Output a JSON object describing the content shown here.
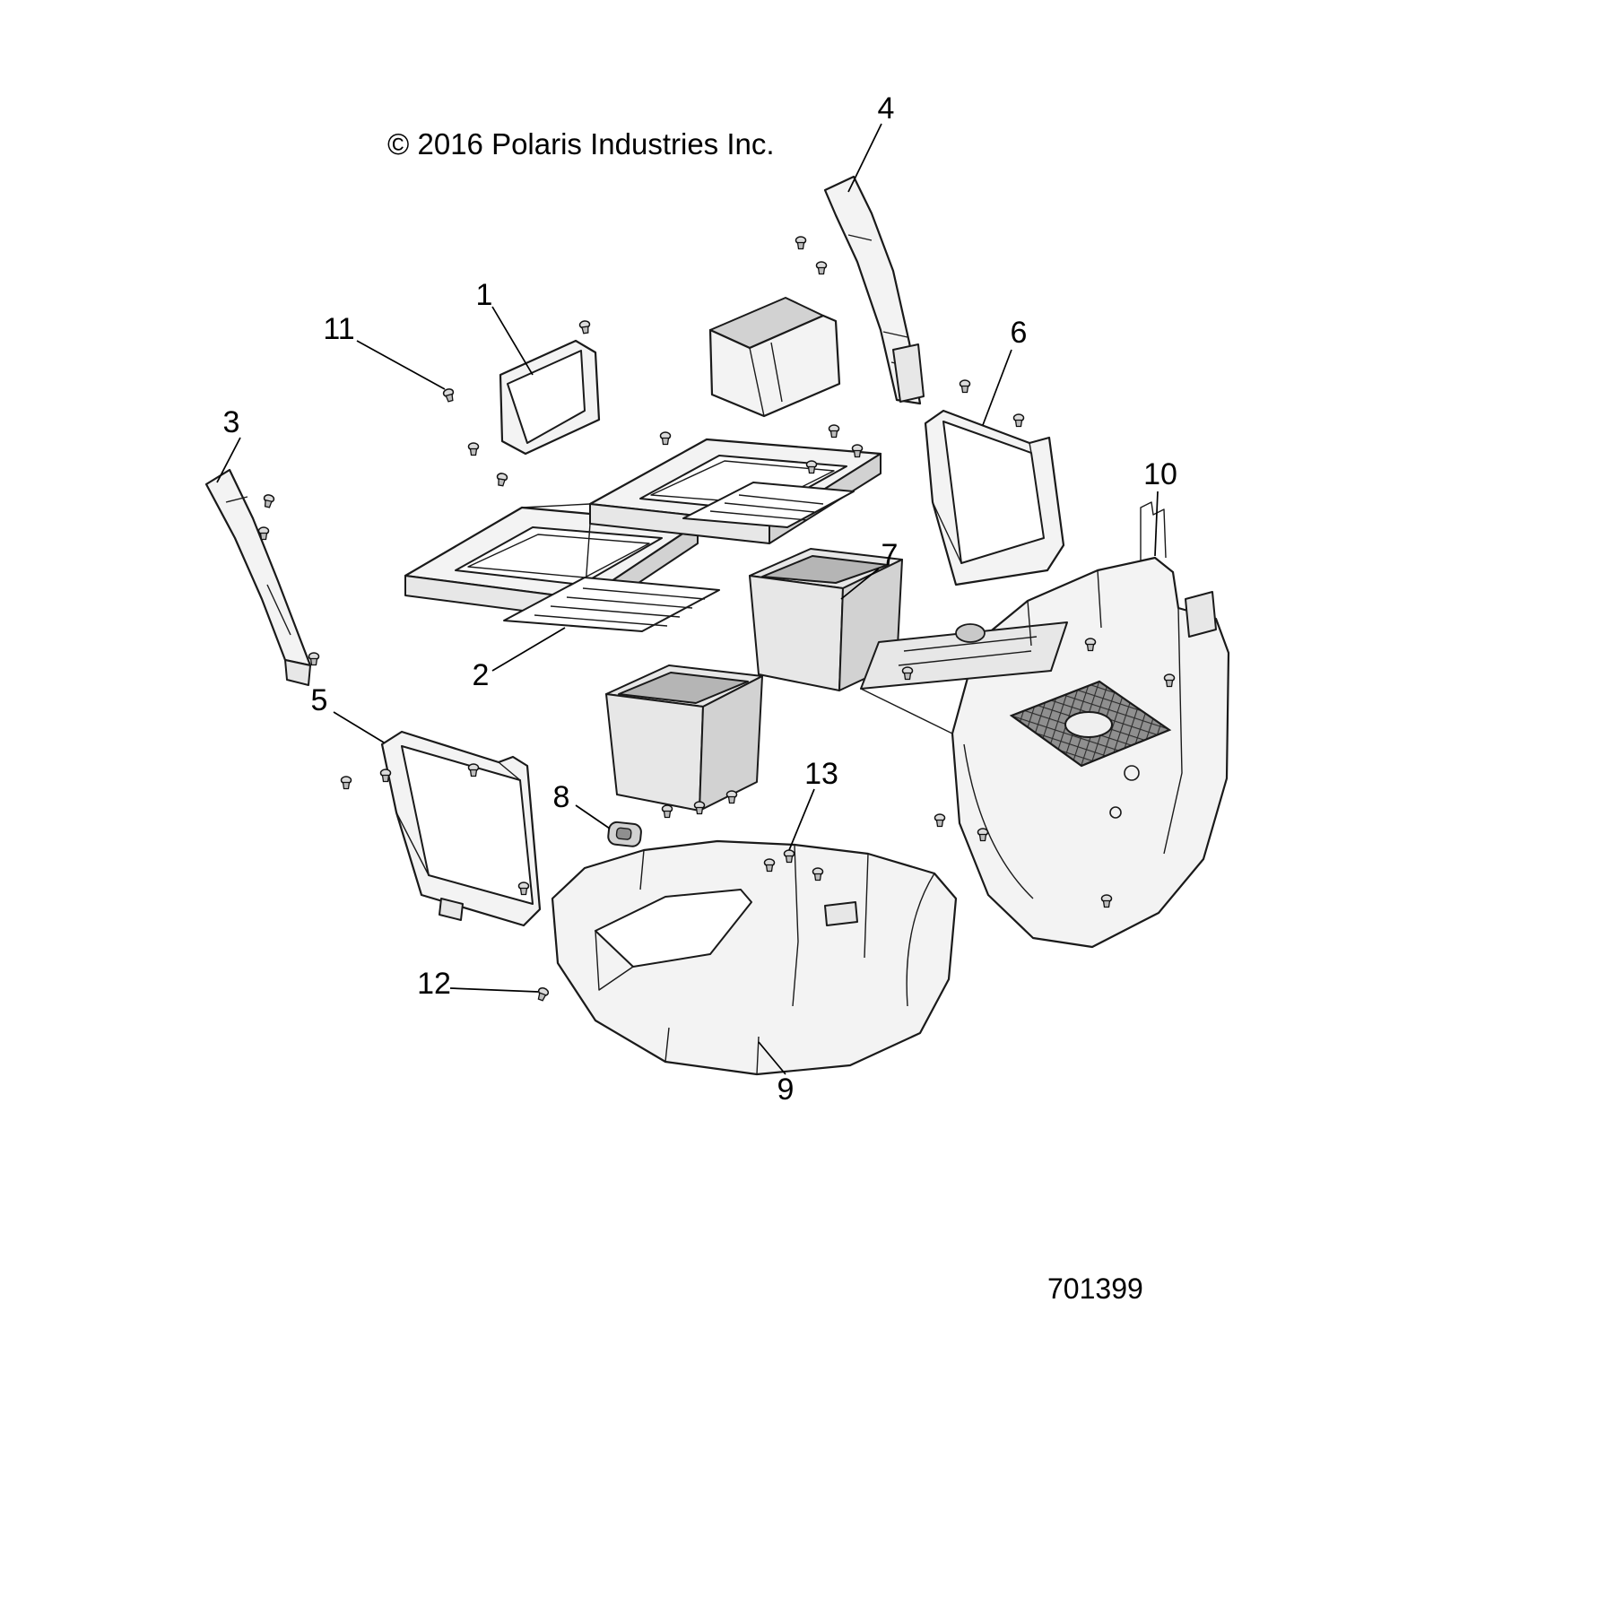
{
  "page": {
    "copyright": "© 2016 Polaris Industries Inc.",
    "part_number": "701399"
  },
  "callouts": [
    {
      "label": "1"
    },
    {
      "label": "2"
    },
    {
      "label": "3"
    },
    {
      "label": "4"
    },
    {
      "label": "5"
    },
    {
      "label": "6"
    },
    {
      "label": "7"
    },
    {
      "label": "8"
    },
    {
      "label": "9"
    },
    {
      "label": "10"
    },
    {
      "label": "11"
    },
    {
      "label": "12"
    },
    {
      "label": "13"
    }
  ]
}
